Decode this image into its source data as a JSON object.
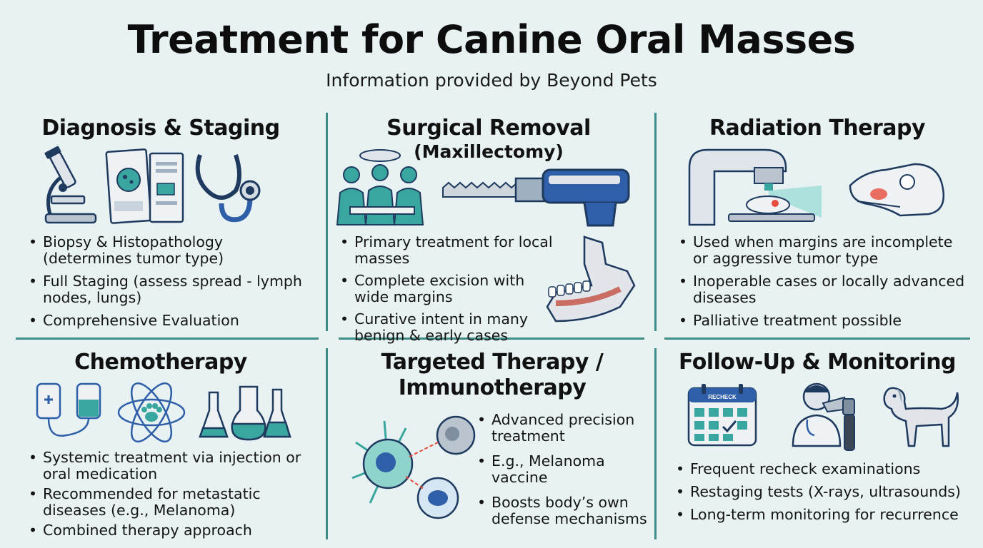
{
  "header": {
    "title": "Treatment for Canine Oral Masses",
    "subtitle": "Information provided by Beyond Pets"
  },
  "panels": {
    "diagnosis": {
      "title": "Diagnosis & Staging",
      "icons": [
        "microscope-icon",
        "slides-icon",
        "stethoscope-icon"
      ],
      "bullets": [
        "Biopsy & Histopathology (determines tumor type)",
        "Full Staging (assess spread - lymph nodes, lungs)",
        "Comprehensive Evaluation"
      ]
    },
    "surgery": {
      "title": "Surgical Removal",
      "subtitle": "(Maxillectomy)",
      "icons": [
        "surgeons-icon",
        "bone-saw-icon",
        "jaw-bone-icon"
      ],
      "bullets": [
        "Primary treatment for local masses",
        "Complete excision with wide margins",
        "Curative intent in many benign & early cases"
      ]
    },
    "radiation": {
      "title": "Radiation Therapy",
      "icons": [
        "linear-accelerator-icon",
        "dog-skull-icon"
      ],
      "bullets": [
        "Used when margins are incomplete or aggressive tumor type",
        "Inoperable cases or locally advanced diseases",
        "Palliative treatment possible"
      ]
    },
    "chemo": {
      "title": "Chemotherapy",
      "icons": [
        "iv-bag-icon",
        "paw-atom-icon",
        "flasks-icon"
      ],
      "bullets": [
        "Systemic treatment via injection or oral medication",
        "Recommended for metastatic diseases (e.g., Melanoma)",
        "Combined therapy approach"
      ]
    },
    "targeted": {
      "title": "Targeted Therapy / Immunotherapy",
      "title_line1": "Targeted Therapy /",
      "title_line2": "Immunotherapy",
      "icons": [
        "immune-cells-icon"
      ],
      "bullets": [
        "Advanced precision treatment",
        "E.g., Melanoma vaccine",
        "Boosts body’s own defense mechanisms"
      ]
    },
    "followup": {
      "title": "Follow-Up & Monitoring",
      "calendar_label": "RECHECK",
      "icons": [
        "calendar-icon",
        "veterinarian-icon",
        "otoscope-icon",
        "dog-icon"
      ],
      "bullets": [
        "Frequent recheck examinations",
        "Restaging tests (X-rays, ultrasounds)",
        "Long-term monitoring for recurrence"
      ]
    }
  },
  "colors": {
    "background": "#e8f2f2",
    "divider": "#3f8b86",
    "navy": "#1f3a5f",
    "teal": "#3aa6a0",
    "blue": "#2f5fa8"
  }
}
